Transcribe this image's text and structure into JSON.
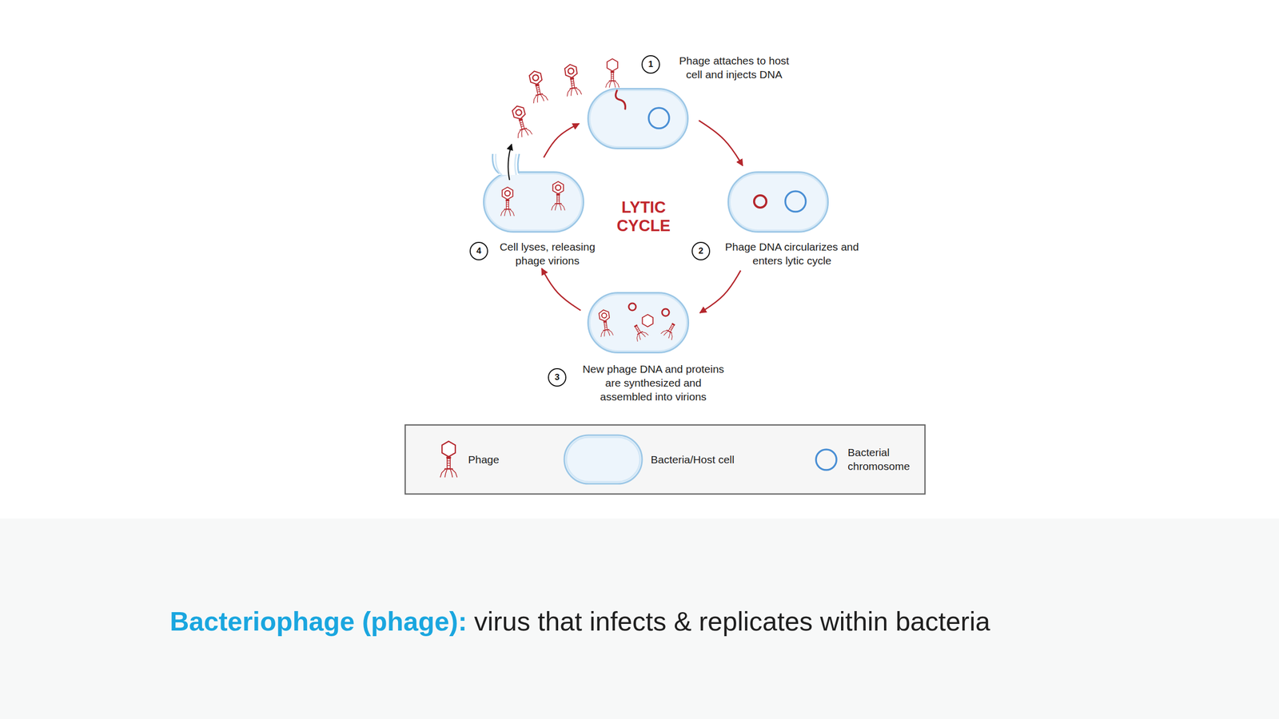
{
  "diagram": {
    "nodes": [
      {
        "text": [
          "Phage attaches to host cell and injects DNA"
        ]
      },
      {
        "text": [
          "Phage DNA circularizes and enters lytic cycle"
        ]
      },
      {
        "text": [
          "New phage DNA and proteins are synthesized and assembled into virions"
        ]
      },
      {
        "text": [
          "Cell lyses, releasing phage virions"
        ]
      }
    ],
    "edges": [
      {
        "from": 0,
        "to": 1,
        "arrow": "to"
      },
      {
        "from": 1,
        "to": 2,
        "arrow": "to"
      },
      {
        "from": 2,
        "to": 3,
        "arrow": "to"
      },
      {
        "from": 3,
        "to": 0,
        "arrow": "to"
      }
    ],
    "labels": [
      "1",
      "2",
      "3",
      "4",
      "LYTIC CYCLE",
      "Bacteriophage (phage):",
      "virus that infects & replicates within bacteria"
    ],
    "legend": [
      {
        "text": "Phage"
      },
      {
        "text": "Bacteria/Host cell"
      },
      {
        "text": "Bacterial chromosome"
      }
    ]
  }
}
